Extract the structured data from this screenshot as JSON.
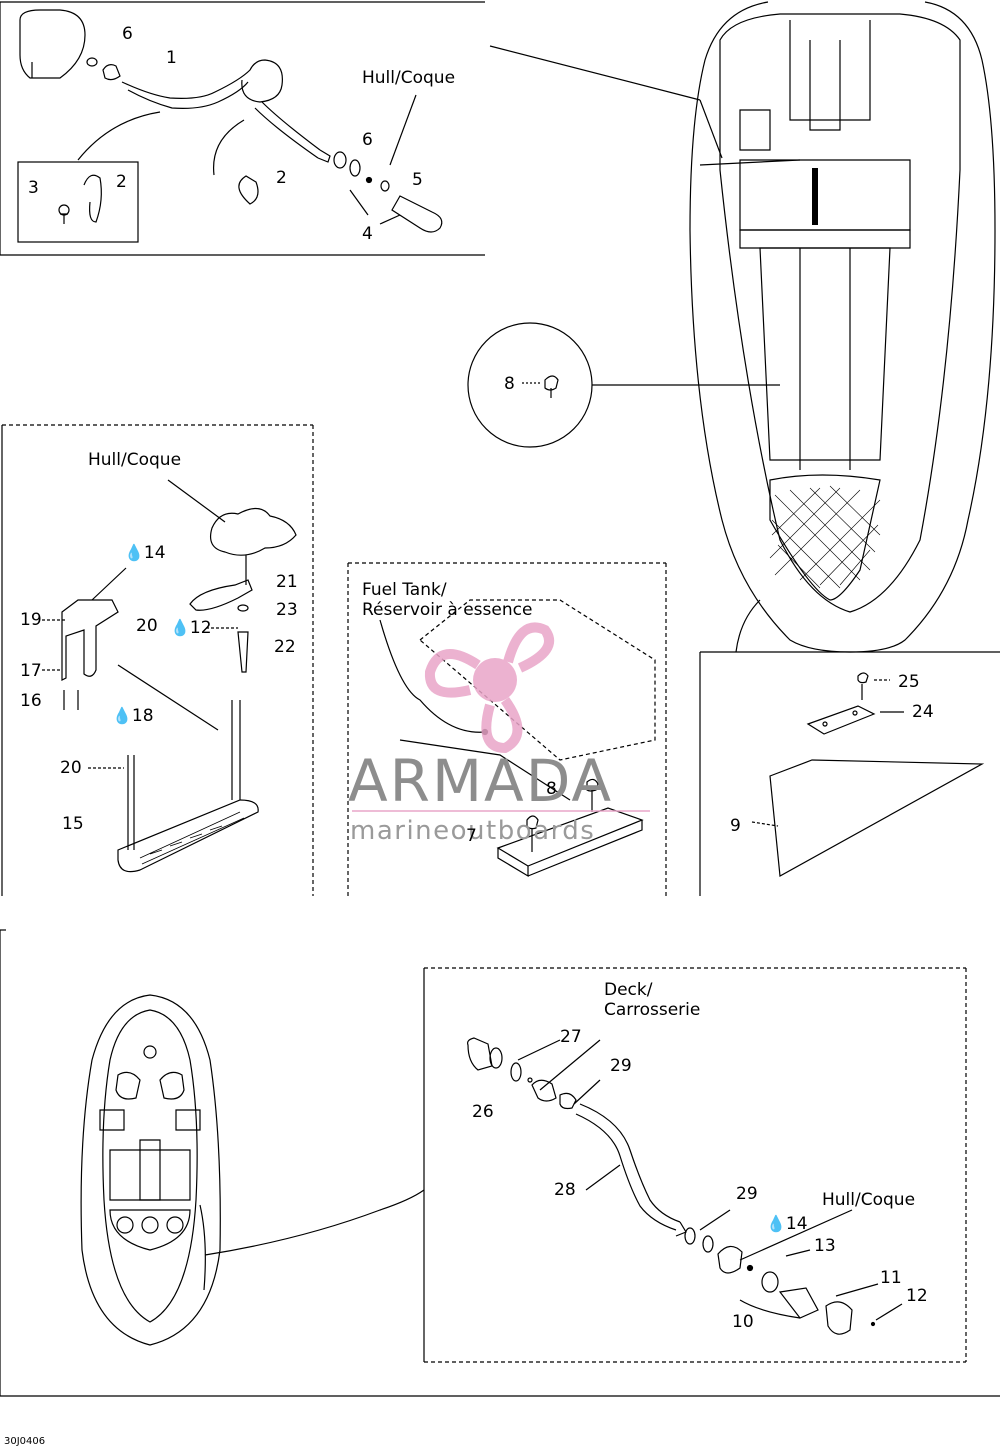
{
  "diagram_code": "30J0406",
  "watermark": {
    "brand": "ARMADA",
    "tagline": "marineoutboards",
    "color_pink": "#e9a5c8",
    "color_gray": "#9a9a9a"
  },
  "labels": {
    "hull_top": "Hull/Coque",
    "hull_left": "Hull/Coque",
    "hull_bottom": "Hull/Coque",
    "fuel_tank_line1": "Fuel Tank/",
    "fuel_tank_line2": "Réservoir à essence",
    "deck_line1": "Deck/",
    "deck_line2": "Carrosserie"
  },
  "callouts": {
    "p1": "1",
    "p2a": "2",
    "p2b": "2",
    "p3": "3",
    "p4": "4",
    "p5": "5",
    "p6a": "6",
    "p6b": "6",
    "p8a": "8",
    "p8b": "8",
    "p7": "7",
    "p14a": "14",
    "p21": "21",
    "p23": "23",
    "p22": "22",
    "p12a": "12",
    "p19": "19",
    "p20a": "20",
    "p20b": "20",
    "p17": "17",
    "p16": "16",
    "p18": "18",
    "p15": "15",
    "p25": "25",
    "p24": "24",
    "p9": "9",
    "p27": "27",
    "p26": "26",
    "p29a": "29",
    "p29b": "29",
    "p28": "28",
    "p14b": "14",
    "p13": "13",
    "p11": "11",
    "p12b": "12",
    "p10": "10"
  },
  "icons": {
    "adhesive": "drop-icon"
  }
}
